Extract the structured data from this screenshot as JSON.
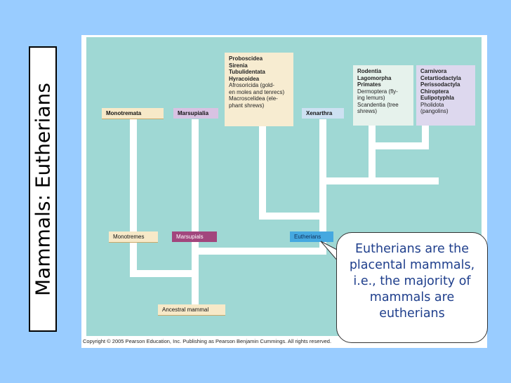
{
  "side_title": "Mammals: Eutherians",
  "top_labels": {
    "monotremata": "Monotremata",
    "marsupialia": "Marsupialia",
    "xenarthra": "Xenarthra"
  },
  "boxes": {
    "afrotheria": {
      "bold": [
        "Proboscidea",
        "Sirenia",
        "Tubulidentata",
        "Hyracoidea"
      ],
      "normal": [
        "Afrosoricida (gold-",
        "en moles and tenrecs)",
        "Macroscelidea (ele-",
        "phant shrews)"
      ]
    },
    "euarchontoglires": {
      "bold": [
        "Rodentia",
        "Lagomorpha",
        "Primates"
      ],
      "normal": [
        "Dermoptera (fly-",
        "ing lemurs)",
        "Scandentia (tree",
        "shrews)"
      ]
    },
    "laurasiatheria": {
      "bold": [
        "Carnivora",
        "Cetartiodactyla",
        "Perissodactyla",
        "Chiroptera",
        "Eulipotyphla"
      ],
      "normal": [
        "Pholidota",
        "(pangolins)"
      ]
    }
  },
  "bottom_labels": {
    "monotremes": "Monotremes",
    "marsupials": "Marsupials",
    "eutherians": "Eutherians",
    "ancestral": "Ancestral mammal"
  },
  "copyright": "Copyright ©  2005 Pearson Education, Inc. Publishing as Pearson Benjamin Cummings. All rights reserved.",
  "callout": "Eutherians are the placental mammals, i.e., the majority of mammals are eutherians",
  "colors": {
    "background": "#99ccff",
    "panel": "#9fd8d4",
    "callout_text": "#1f3f8c"
  }
}
